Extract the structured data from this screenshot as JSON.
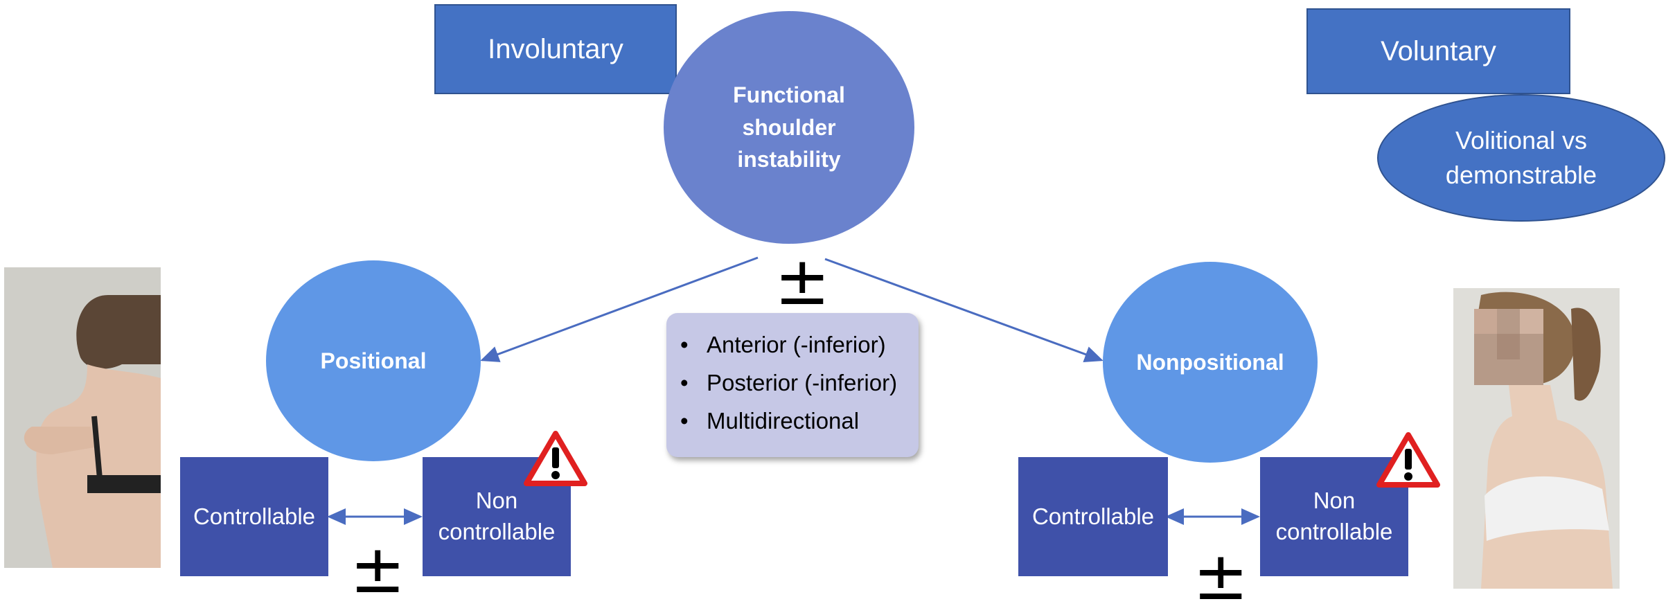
{
  "header": {
    "involuntary_label": "Involuntary",
    "voluntary_label": "Voluntary",
    "volitional_label": "Volitional vs demonstrable"
  },
  "center": {
    "title": "Functional shoulder instability",
    "plus_minus": "±",
    "directions": [
      "Anterior (-inferior)",
      "Posterior (-inferior)",
      "Multidirectional"
    ]
  },
  "left": {
    "category": "Positional",
    "controllable": "Controllable",
    "noncontrollable": "Non controllable",
    "plus_minus": "±"
  },
  "right": {
    "category": "Nonpositional",
    "controllable": "Controllable",
    "noncontrollable": "Non controllable",
    "plus_minus": "±"
  },
  "icons": {
    "warning": "warning-icon",
    "warning_fill": "#e02020"
  },
  "colors": {
    "header_box": "#4472c4",
    "center_circle": "#6a82cd",
    "category_circle": "#5f97e6",
    "dark_box": "#3f51a9",
    "arrow": "#4a6cc0",
    "bullet_box": "#c6c8e6"
  }
}
